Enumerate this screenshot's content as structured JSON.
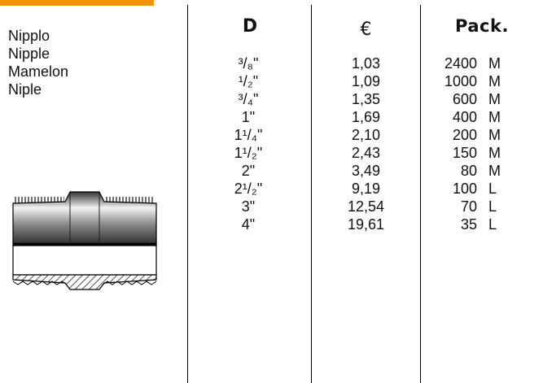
{
  "product_names": [
    "Nipplo",
    "Nipple",
    "Mamelon",
    "Niple"
  ],
  "headers": {
    "size": "D",
    "price": "€",
    "pack": "Pack."
  },
  "rows": [
    {
      "size": "³/₈\"",
      "price": "1,03",
      "qty": "2400",
      "unit": "M"
    },
    {
      "size": "¹/₂\"",
      "price": "1,09",
      "qty": "1000",
      "unit": "M"
    },
    {
      "size": "³/₄\"",
      "price": "1,35",
      "qty": "600",
      "unit": "M"
    },
    {
      "size": "1\"",
      "price": "1,69",
      "qty": "400",
      "unit": "M"
    },
    {
      "size": "1¹/₄\"",
      "price": "2,10",
      "qty": "200",
      "unit": "M"
    },
    {
      "size": "1¹/₂\"",
      "price": "2,43",
      "qty": "150",
      "unit": "M"
    },
    {
      "size": "2\"",
      "price": "3,49",
      "qty": "80",
      "unit": "M"
    },
    {
      "size": "2¹/₂\"",
      "price": "9,19",
      "qty": "100",
      "unit": "L"
    },
    {
      "size": "3\"",
      "price": "12,54",
      "qty": "70",
      "unit": "L"
    },
    {
      "size": "4\"",
      "price": "19,61",
      "qty": "35",
      "unit": "L"
    }
  ],
  "colors": {
    "accent_tab": "#f29400",
    "rules": "#000000"
  },
  "icons": {
    "fitting_drawing": "pipe-nipple-drawing-icon"
  }
}
